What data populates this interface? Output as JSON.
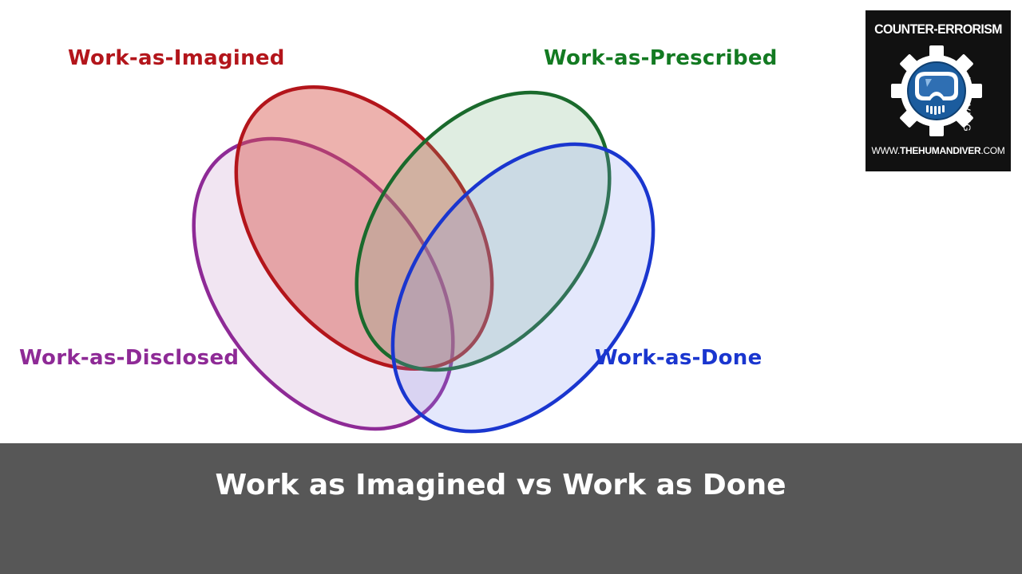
{
  "diagram": {
    "sets": [
      {
        "id": "imagined",
        "label": "Work-as-Imagined",
        "color": "#b3151b"
      },
      {
        "id": "prescribed",
        "label": "Work-as-Prescribed",
        "color": "#137a22"
      },
      {
        "id": "disclosed",
        "label": "Work-as-Disclosed",
        "color": "#8e2a96"
      },
      {
        "id": "done",
        "label": "Work-as-Done",
        "color": "#1a36cf"
      }
    ]
  },
  "logo": {
    "title": "COUNTER-ERRORISM",
    "subtitle": "IN DIVING",
    "url_prefix": "WWW.",
    "url_brand": "THEHUMANDIVER",
    "url_suffix": ".COM",
    "icon": "gear-with-dive-mask-icon"
  },
  "caption": {
    "title": "Work as Imagined vs Work as Done"
  },
  "colors": {
    "caption_background": "#575757",
    "logo_background": "#111111"
  }
}
